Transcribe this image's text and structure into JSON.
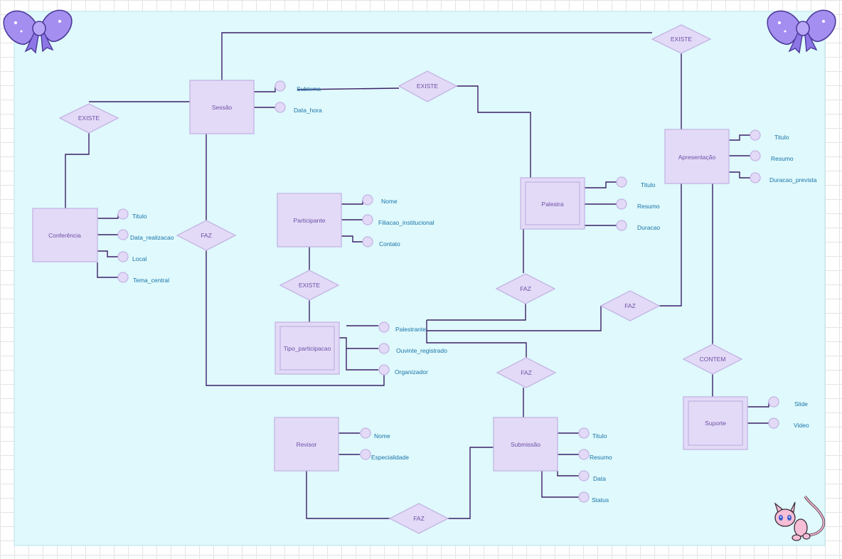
{
  "colors": {
    "background": "#dff9fc",
    "shape_fill": "#e3daf7",
    "shape_stroke": "#c4b4e4",
    "line": "#3d2068",
    "shape_text": "#6c4fa6",
    "attribute_text": "#1a73a8"
  },
  "entities": {
    "sessao": "Sessão",
    "conferencia": "Conferência",
    "participante": "Participante",
    "palestra": "Palestra",
    "apresentacao": "Apresentação",
    "tipo_participacao": "Tipo_participacao",
    "revisor": "Revisor",
    "submissao": "Submissão",
    "suporte": "Suporte"
  },
  "relationships": {
    "existe_sessao_apresentacao": "EXISTE",
    "existe_sessao_palestra": "EXISTE",
    "existe_conferencia_sessao": "EXISTE",
    "existe_participante_tipo": "EXISTE",
    "faz_sessao": "FAZ",
    "faz_palestra": "FAZ",
    "faz_apresentacao": "FAZ",
    "faz_submissao": "FAZ",
    "faz_revisor": "FAZ",
    "contem": "CONTEM"
  },
  "attributes": {
    "sessao_subtema": "Subtema",
    "sessao_data_hora": "Data_hora",
    "conferencia_titulo": "Titulo",
    "conferencia_data_realizacao": "Data_realizacao",
    "conferencia_local": "Local",
    "conferencia_tema_central": "Tema_central",
    "participante_nome": "Nome",
    "participante_filiacao": "Filiacao_institucional",
    "participante_contato": "Contato",
    "palestra_titulo": "Titulo",
    "palestra_resumo": "Resumo",
    "palestra_duracao": "Duracao",
    "apresentacao_titulo": "Titulo",
    "apresentacao_resumo": "Resumo",
    "apresentacao_duracao_prevista": "Duracao_prevista",
    "tipo_palestrante": "Palestrante",
    "tipo_ouvinte_registrado": "Ouvinte_registrado",
    "tipo_organizador": "Organizador",
    "revisor_nome": "Nome",
    "revisor_especialidade": "Especialidade",
    "submissao_titulo": "Titulo",
    "submissao_resumo": "Resumo",
    "submissao_data": "Data",
    "submissao_status": "Status",
    "suporte_slide": "Slide",
    "suporte_video": "Video"
  },
  "decorations": {
    "bow_left": "purple-bow-icon",
    "bow_right": "purple-bow-icon",
    "mew": "mew-sticker-icon"
  }
}
